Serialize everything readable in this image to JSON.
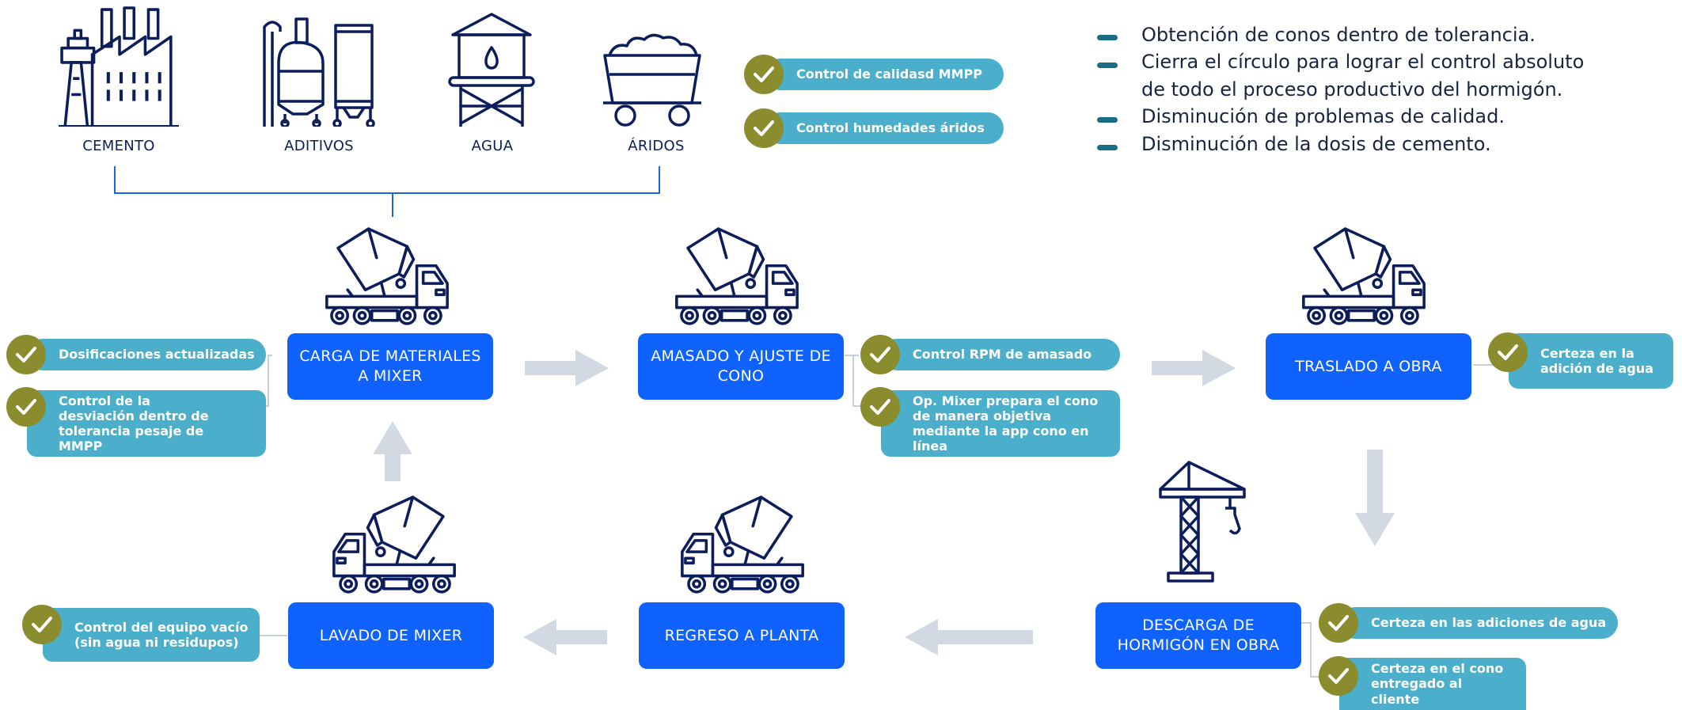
{
  "materials": [
    {
      "label": "CEMENTO",
      "icon": "factory-icon"
    },
    {
      "label": "ADITIVOS",
      "icon": "silo-icon"
    },
    {
      "label": "AGUA",
      "icon": "water-tower-icon"
    },
    {
      "label": "ÁRIDOS",
      "icon": "mine-cart-icon"
    }
  ],
  "material_checks": [
    "Control de calidasd MMPP",
    "Control humedades áridos"
  ],
  "benefits": [
    "Obtención de conos dentro de tolerancia.",
    "Cierra el círculo para lograr el control absoluto",
    "de todo el proceso productivo del hormigón.",
    "Disminución de problemas de calidad.",
    "Disminución de la dosis de cemento."
  ],
  "steps": {
    "carga": "CARGA DE MATERIALES A MIXER",
    "amasado": "AMASADO Y AJUSTE DE CONO",
    "traslado": "TRASLADO A OBRA",
    "descarga": "DESCARGA DE HORMIGÓN EN OBRA",
    "regreso": "REGRESO A PLANTA",
    "lavado": "LAVADO DE MIXER"
  },
  "checks": {
    "carga_1": "Dosificaciones actualizadas",
    "carga_2": "Control de la desviación dentro de tolerancia pesaje de MMPP",
    "amasado_1": "Control RPM de amasado",
    "amasado_2": "Op. Mixer prepara el cono de manera objetiva mediante la app cono en línea",
    "traslado_1": "Certeza en la adición de agua",
    "descarga_1": "Certeza en las adiciones de agua",
    "descarga_2": "Certeza en el cono entregado al cliente",
    "lavado_1": "Control del equipo vacío (sin agua ni residupos)"
  },
  "colors": {
    "step": "#0f62fe",
    "pill": "#4bafcc",
    "check": "#8b8c2e",
    "arrow": "#d3d9e3",
    "icon": "#0b1e5b"
  }
}
